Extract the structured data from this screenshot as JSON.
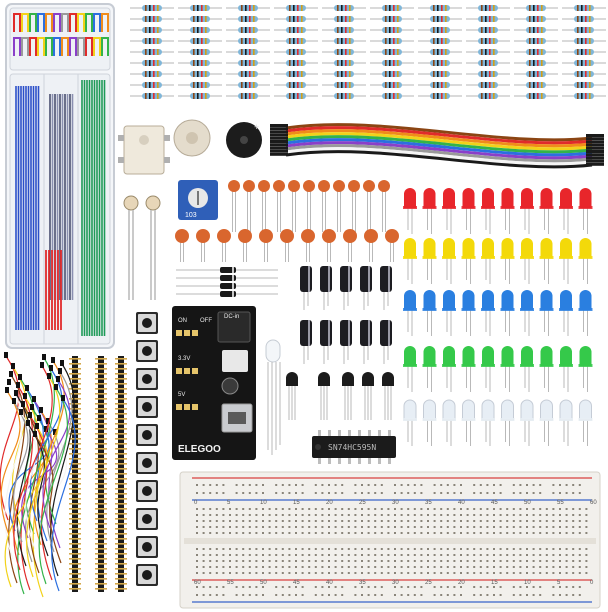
{
  "product": {
    "power_module_brand": "ELEGOO",
    "power_module_markings": [
      "DC-in",
      "ON",
      "OFF",
      "3.3V",
      "5V"
    ],
    "ic_marking": "SN74HC595N",
    "potentiometer_marking": "103",
    "buzzer_marking": "+",
    "breadboard_numbers_top": [
      "0",
      "5",
      "10",
      "15",
      "20",
      "25",
      "30",
      "35",
      "40",
      "45",
      "50",
      "55",
      "60"
    ],
    "breadboard_numbers_bottom": [
      "60",
      "55",
      "50",
      "45",
      "40",
      "35",
      "30",
      "25",
      "20",
      "15",
      "10",
      "5",
      "0"
    ]
  },
  "colors": {
    "led_red": "#e8262b",
    "led_yellow": "#f3d90a",
    "led_blue": "#2a7fe0",
    "led_green": "#35c94a",
    "led_white": "#e7eef5",
    "resistor_body": "#7fb6d9",
    "ceramic_cap": "#d9662e",
    "electrolytic_cap": "#1d1d22",
    "breadboard": "#f2f0ec",
    "rail_red": "#d94040",
    "rail_blue": "#3a64c8",
    "ribbon": [
      "#8b4513",
      "#e02b2b",
      "#f08c1a",
      "#f2d21a",
      "#33b34a",
      "#2b6fe0",
      "#8a3fc9",
      "#9a9a9a",
      "#f5f5f5",
      "#1a1a1a"
    ]
  },
  "components": [
    "resistor-array",
    "jumper-wire-box",
    "optocoupler-icon",
    "active-buzzer-icon",
    "passive-buzzer-icon",
    "ribbon-cable",
    "photoresistor-icon",
    "potentiometer-icon",
    "ceramic-capacitor-icon",
    "diode-icon",
    "electrolytic-capacitor-icon",
    "transistor-icon",
    "rgb-led-icon",
    "tactile-button-icon",
    "pin-header-icon",
    "power-supply-module",
    "shift-register-ic",
    "breadboard",
    "dupont-wire-bundle"
  ]
}
